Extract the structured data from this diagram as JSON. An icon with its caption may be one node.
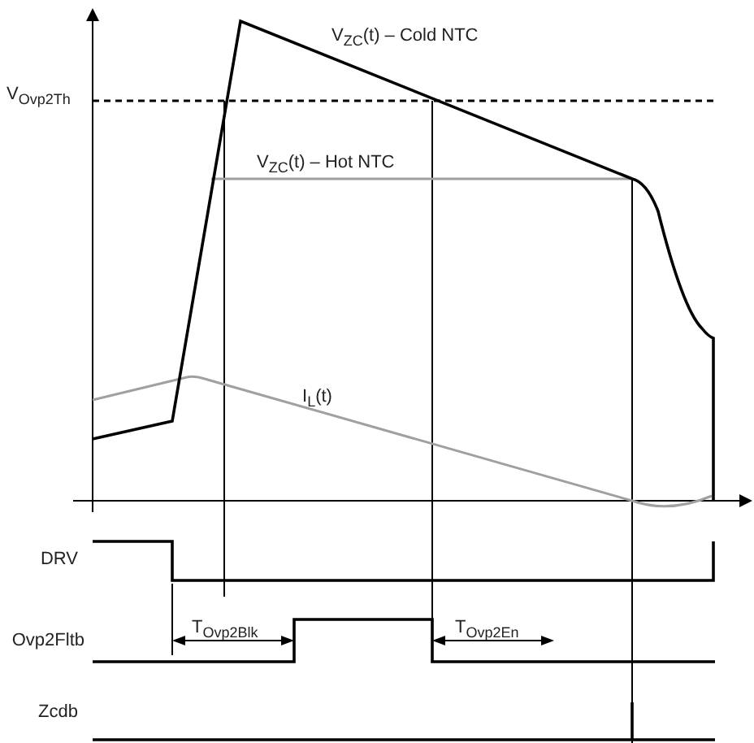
{
  "diagram": {
    "labels": [
      "V$_{Ovp2Th}$",
      "V$_{ZC}$(t) – Cold NTC",
      "V$_{ZC}$(t) – Hot NTC",
      "I$_{L}$(t)",
      "DRV",
      "T$_{Ovp2Blk}$",
      "T$_{Ovp2En}$",
      "Ovp2Fltb",
      "Zcdb"
    ]
  }
}
